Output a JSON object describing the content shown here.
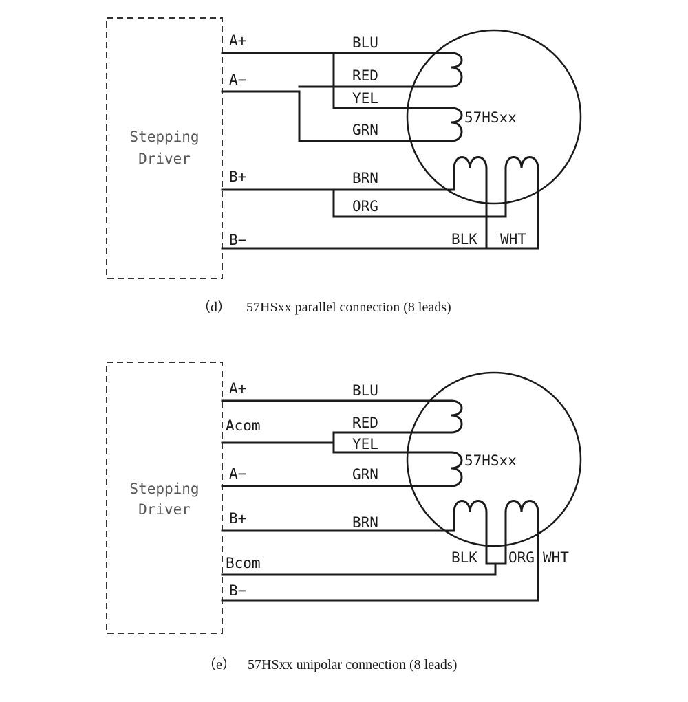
{
  "diagram_d": {
    "driver_line1": "Stepping",
    "driver_line2": "Driver",
    "motor_label": "57HSxx",
    "terminals": {
      "a_plus": "A+",
      "a_minus": "A−",
      "b_plus": "B+",
      "b_minus": "B−"
    },
    "wires": {
      "blu": "BLU",
      "red": "RED",
      "yel": "YEL",
      "grn": "GRN",
      "brn": "BRN",
      "org": "ORG",
      "blk": "BLK",
      "wht": "WHT"
    },
    "caption_tag": "（d）",
    "caption_text": "57HSxx parallel connection (8 leads)"
  },
  "diagram_e": {
    "driver_line1": "Stepping",
    "driver_line2": "Driver",
    "motor_label": "57HSxx",
    "terminals": {
      "a_plus": "A+",
      "a_com": "Acom",
      "a_minus": "A−",
      "b_plus": "B+",
      "b_com": "Bcom",
      "b_minus": "B−"
    },
    "wires": {
      "blu": "BLU",
      "red": "RED",
      "yel": "YEL",
      "grn": "GRN",
      "brn": "BRN",
      "blk": "BLK",
      "org": "ORG",
      "wht": "WHT"
    },
    "caption_tag": "（e）",
    "caption_text": "57HSxx unipolar connection (8 leads)"
  }
}
